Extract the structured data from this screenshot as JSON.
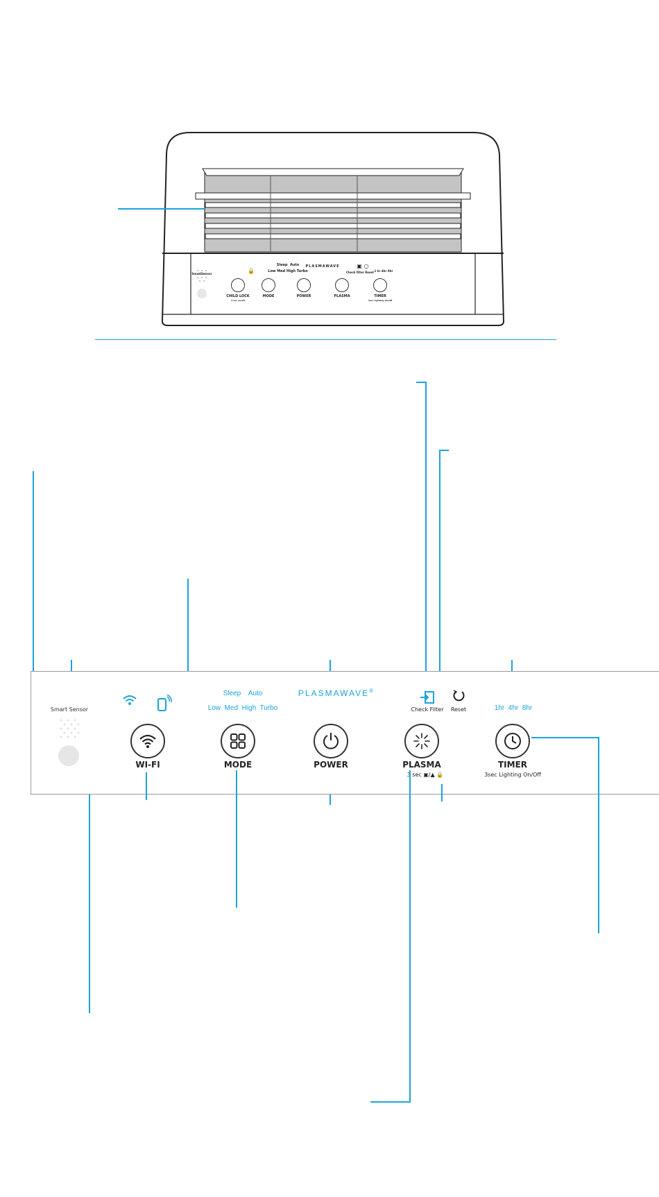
{
  "device": {
    "brand_small": "PLASMAWAVE",
    "mini_panel": {
      "sensor_label": "SmartSensor",
      "top_row": [
        "Sleep",
        "Auto"
      ],
      "speed_row": [
        "Low",
        "Med",
        "High",
        "Turbo"
      ],
      "timer_row": "1 hr  4hr  8hr",
      "check_filter": "Check filter",
      "reset": "Reset",
      "buttons": [
        "CHILD LOCK",
        "MODE",
        "POWER",
        "PLASMA",
        "TIMER"
      ],
      "child_lock_sub": "3 sec on/off",
      "timer_sub": "3sec Lighting On/Off"
    }
  },
  "panel": {
    "smart_sensor_label": "Smart Sensor",
    "brand": "PLASMAWAVE",
    "brand_mark": "®",
    "mode_top": "Sleep    Auto",
    "mode_speeds": "Low  Med  High  Turbo",
    "check_filter": "Check Filter",
    "reset": "Reset",
    "timer_options": "1hr  4hr  8hr",
    "wifi_label": "WI-FI",
    "mode_label": "MODE",
    "power_label": "POWER",
    "plasma_label": "PLASMA",
    "plasma_sub": "3 sec",
    "timer_label": "TIMER",
    "timer_sub": "3sec Lighting On/Off"
  },
  "colors": {
    "accent": "#1aa3d9",
    "outline": "#333333",
    "grille": "#b8b8b8"
  },
  "icons": [
    "wifi-icon",
    "phone-signal-icon",
    "mode-grid-icon",
    "power-icon",
    "plasma-icon",
    "clock-icon",
    "check-filter-icon",
    "reset-icon",
    "lock-icon"
  ]
}
